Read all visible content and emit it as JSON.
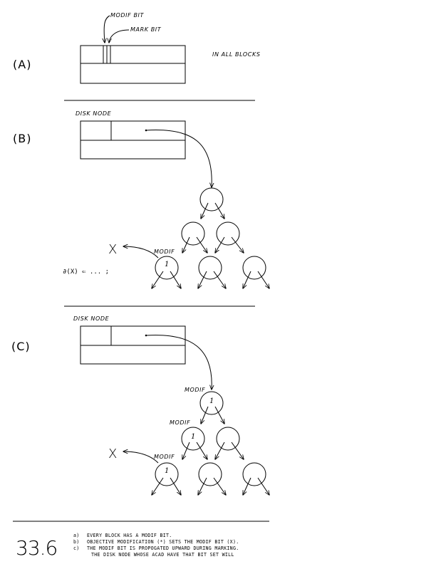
{
  "sections": {
    "a": {
      "label": "(A)"
    },
    "b": {
      "label": "(B)"
    },
    "c": {
      "label": "(C)"
    }
  },
  "labels": {
    "modif_bit": "MODIF BIT",
    "mark_bit": "MARK BIT",
    "in_all_blocks": "IN ALL BLOCKS",
    "disk_node": "DISK NODE",
    "modif": "MODIF",
    "x_mark": "X",
    "node_one": "1",
    "assignment": "∂(X) ⇐ ... ;"
  },
  "figure_number": "33.6",
  "caption": [
    {
      "marker": "a)",
      "text": "EVERY BLOCK HAS A MODIF BIT."
    },
    {
      "marker": "b)",
      "text": "OBJECTIVE MODIFICATION (*) SETS THE MODIF BIT (X)."
    },
    {
      "marker": "c)",
      "text": "THE MODIF BIT IS PROPOGATED UPWARD DURING MARKING."
    },
    {
      "marker": "",
      "text": "THE DISK NODE WHOSE ACAD HAVE THAT BIT SET WILL"
    }
  ]
}
